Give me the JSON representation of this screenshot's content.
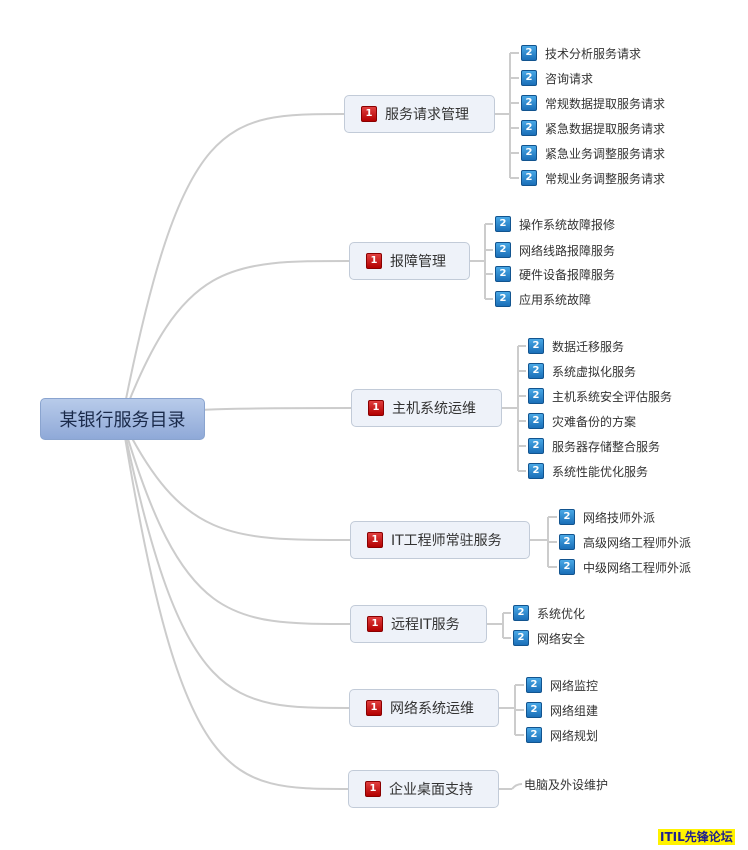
{
  "root": {
    "label": "某银行服务目录"
  },
  "priority_badges": {
    "level1": "1",
    "level2": "2"
  },
  "branches": [
    {
      "label": "服务请求管理",
      "children": [
        "技术分析服务请求",
        "咨询请求",
        "常规数据提取服务请求",
        "紧急数据提取服务请求",
        "紧急业务调整服务请求",
        "常规业务调整服务请求"
      ]
    },
    {
      "label": "报障管理",
      "children": [
        "操作系统故障报修",
        "网络线路报障服务",
        "硬件设备报障服务",
        "应用系统故障"
      ]
    },
    {
      "label": "主机系统运维",
      "children": [
        "数据迁移服务",
        "系统虚拟化服务",
        "主机系统安全评估服务",
        "灾难备份的方案",
        "服务器存储整合服务",
        "系统性能优化服务"
      ]
    },
    {
      "label": "IT工程师常驻服务",
      "children": [
        "网络技师外派",
        "高级网络工程师外派",
        "中级网络工程师外派"
      ]
    },
    {
      "label": "远程IT服务",
      "children": [
        "系统优化",
        "网络安全"
      ]
    },
    {
      "label": "网络系统运维",
      "children": [
        "网络监控",
        "网络组建",
        "网络规划"
      ]
    },
    {
      "label": "企业桌面支持",
      "children": [
        "电脑及外设维护"
      ]
    }
  ],
  "watermark": "ITIL先锋论坛",
  "colors": {
    "connector": "#cccccc",
    "root_fill": "#9fb6df",
    "branch_fill": "#eef2f9",
    "badge1": "#cc0000",
    "badge2": "#1f7fcc",
    "watermark_bg": "#fff200"
  }
}
